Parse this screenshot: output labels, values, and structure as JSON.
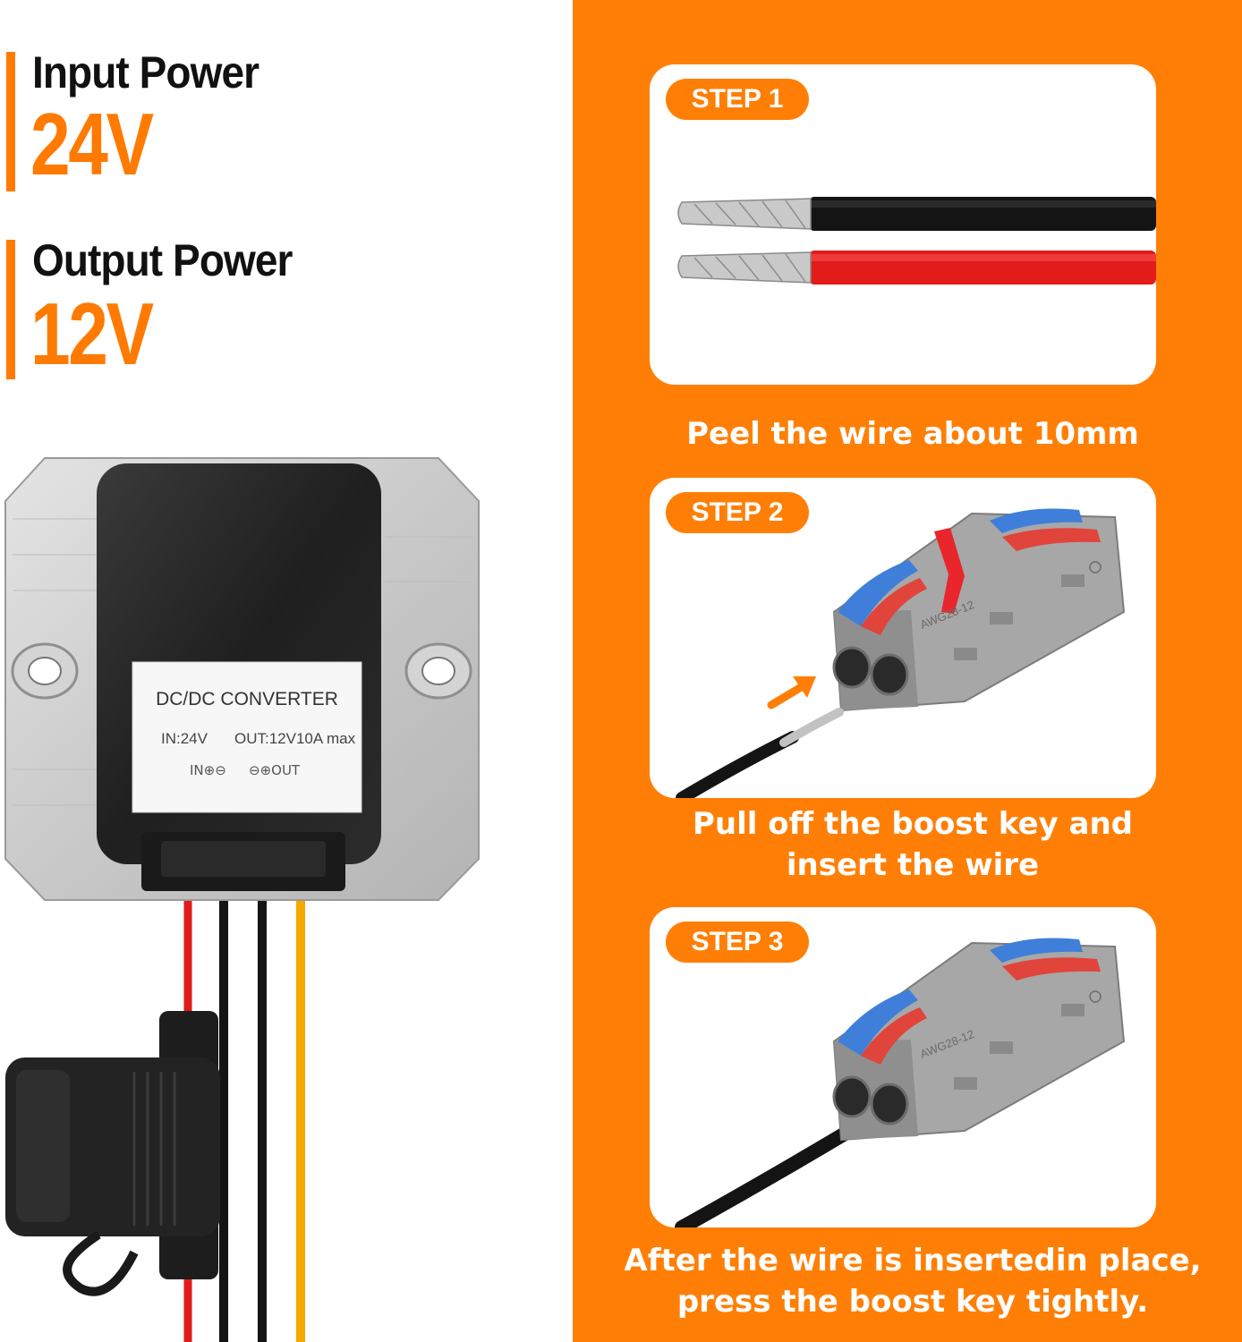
{
  "specs": {
    "input_label": "Input Power",
    "input_value": "24V",
    "output_label": "Output Power",
    "output_value": "12V"
  },
  "converter": {
    "label_title": "DC/DC CONVERTER",
    "label_in": "IN:24V",
    "label_out": "OUT:12V10A max",
    "label_terminals_in": "IN⊕⊖",
    "label_terminals_out": "⊖⊕OUT"
  },
  "steps": [
    {
      "label": "STEP 1",
      "caption": "Peel the wire about 10mm"
    },
    {
      "label": "STEP 2",
      "caption_line1": "Pull off the boost key and",
      "caption_line2": "insert the wire",
      "connector_marking": "AWG28-12"
    },
    {
      "label": "STEP 3",
      "caption_line1": "After the wire is insertedin place,",
      "caption_line2": "press the boost key tightly.",
      "connector_marking": "AWG28-12"
    }
  ],
  "colors": {
    "accent_orange": "#ff7f06",
    "wire_red": "#e21b1b",
    "wire_black": "#141414",
    "wire_yellow": "#f5a800",
    "connector_grey": "#a7a7a7",
    "lever_blue": "#3f7fd9",
    "lever_red": "#e0443a"
  },
  "icons": [
    "arrow-icon",
    "ce-mark-icon"
  ]
}
